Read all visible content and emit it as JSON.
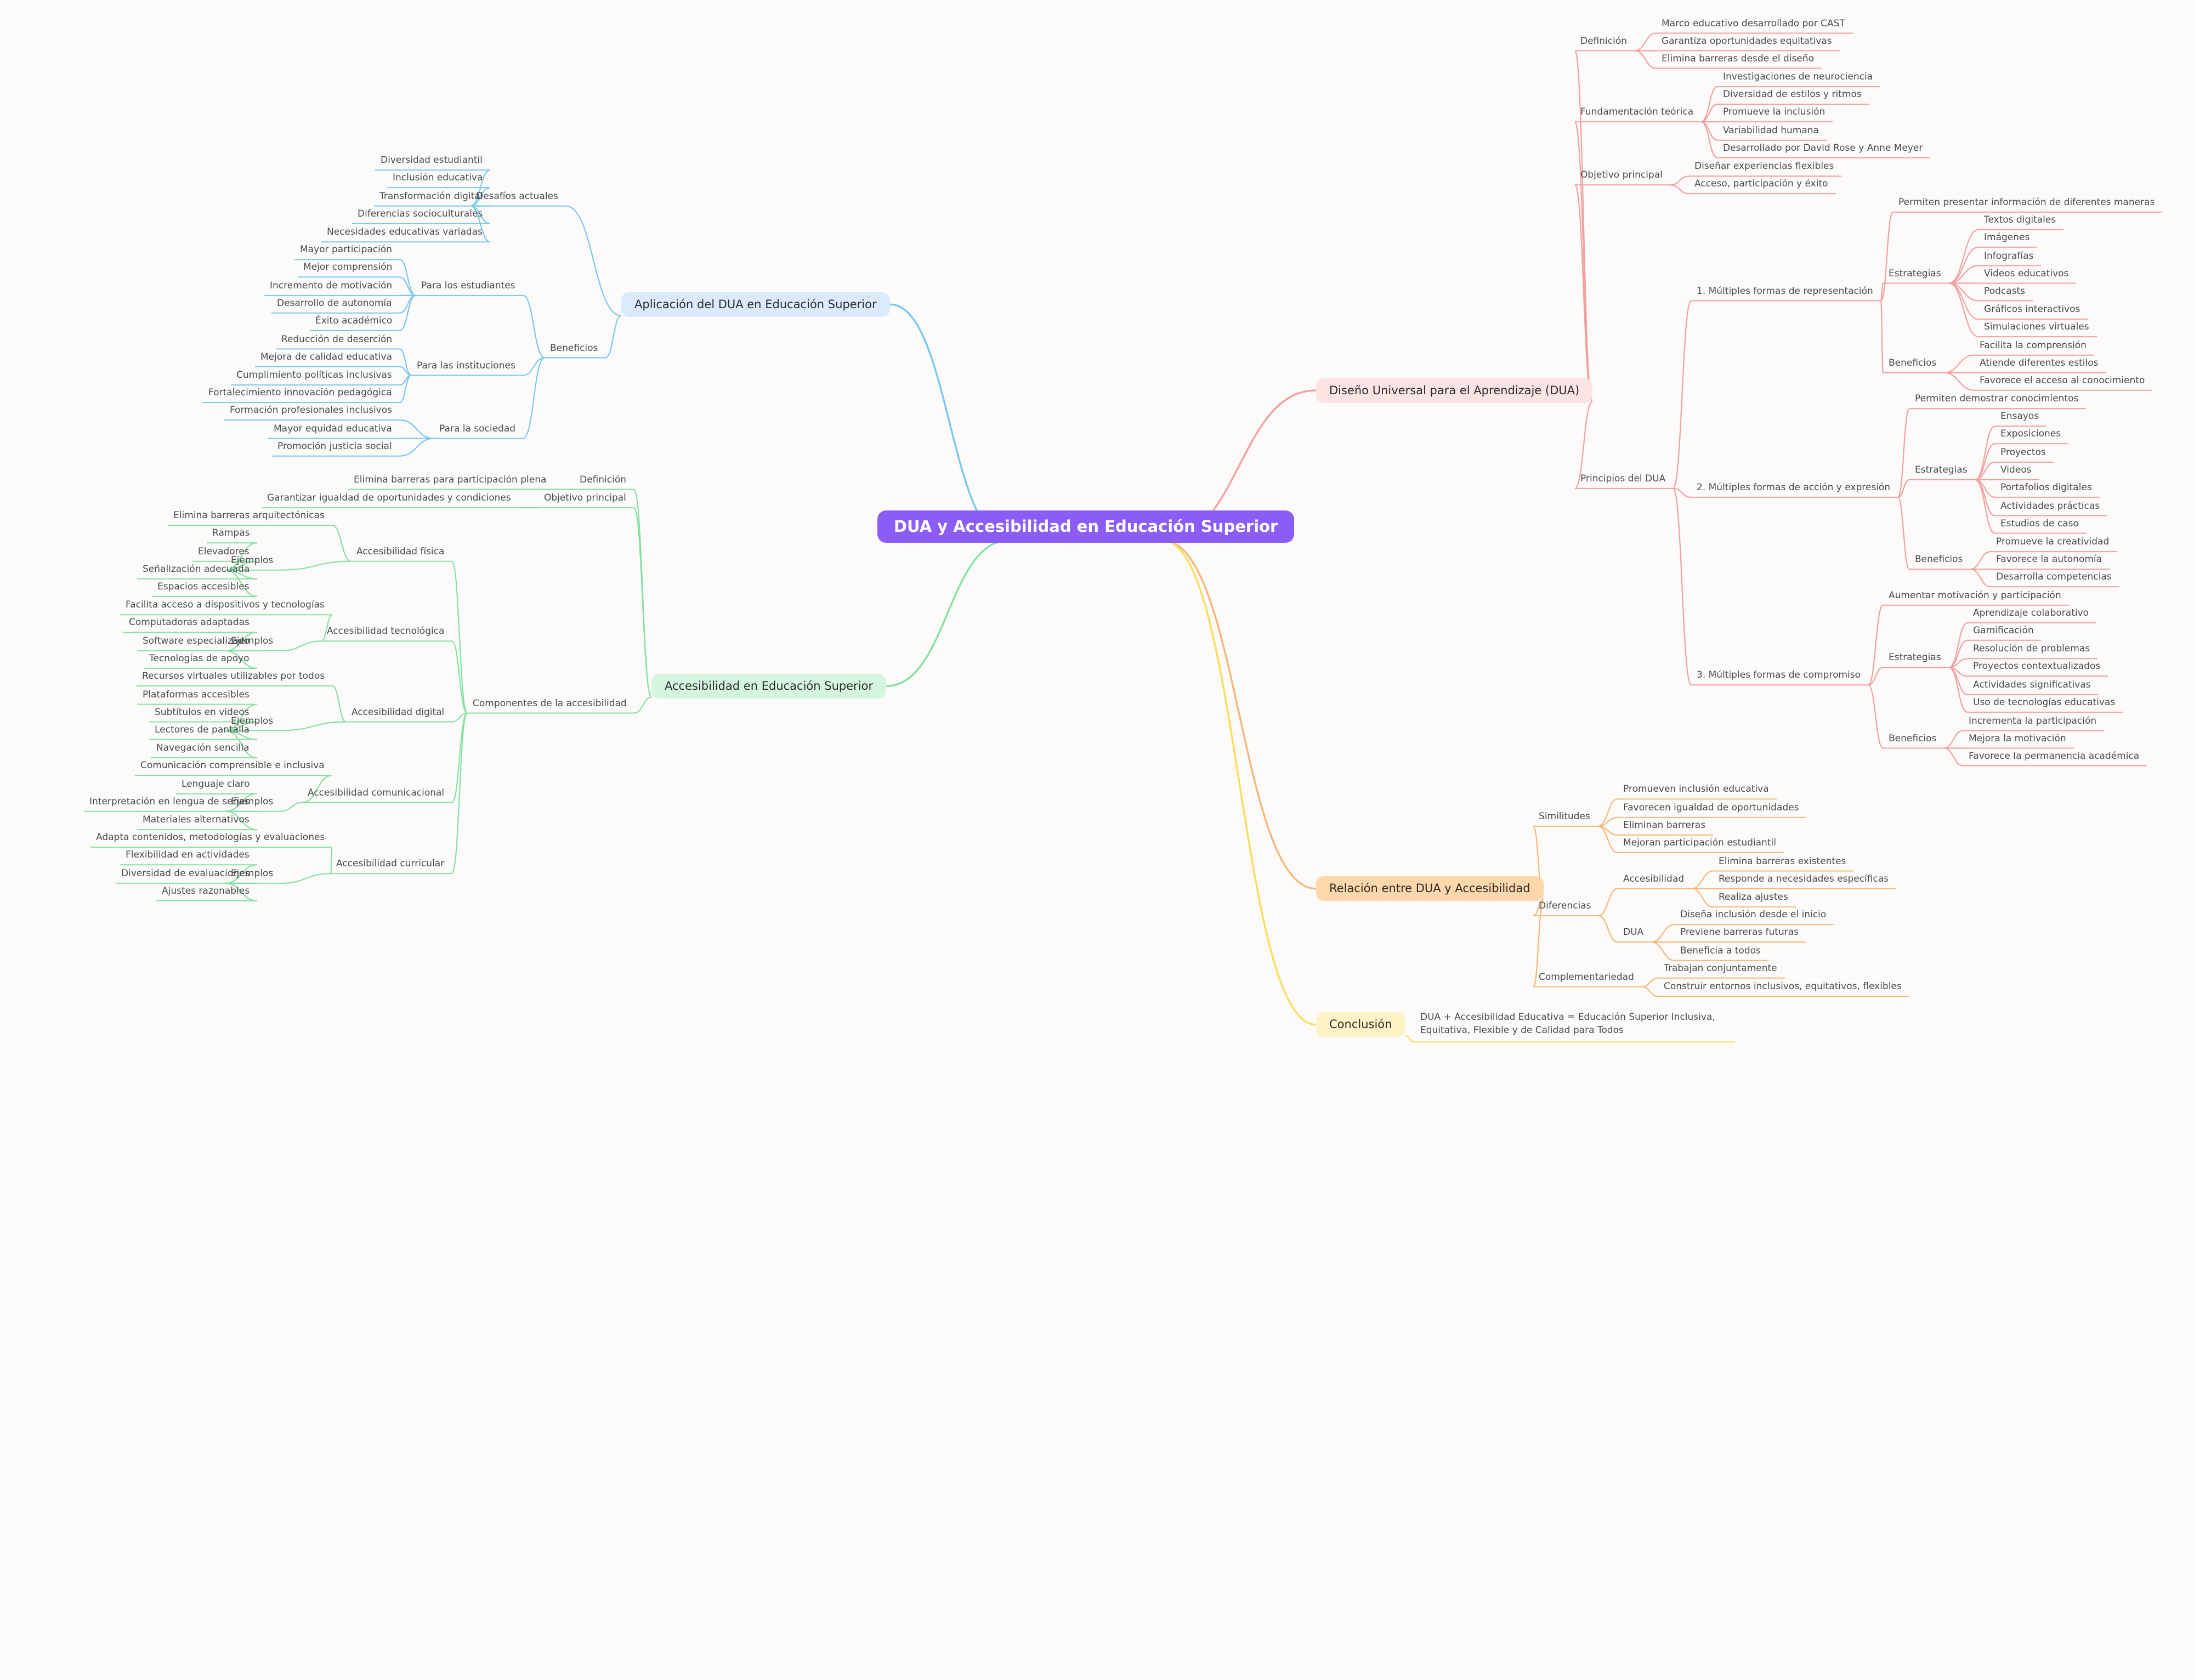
{
  "colors": {
    "background": "#fcfbfa",
    "root": "#8b5cf6",
    "branch_dua": "#f2a0a0",
    "branch_dua_fill": "#fde4e4",
    "branch_aplicacion": "#7cc8ee",
    "branch_aplicacion_fill": "#dbeafe",
    "branch_accesibilidad": "#86e0a4",
    "branch_accesibilidad_fill": "#d4f6e0",
    "branch_relacion": "#f5b77a",
    "branch_relacion_fill": "#fed7aa",
    "branch_conclusion": "#f8de5c",
    "branch_conclusion_fill": "#fef3c7"
  },
  "root": {
    "label": "DUA y Accesibilidad en Educación Superior"
  },
  "branches": [
    {
      "id": "dua",
      "label": "Diseño Universal para el Aprendizaje (DUA)",
      "side": "right",
      "color": "#f2a0a0",
      "fill": "#fde4e4",
      "children": [
        {
          "label": "Definición",
          "children": [
            {
              "label": "Marco educativo desarrollado por CAST"
            },
            {
              "label": "Garantiza oportunidades equitativas"
            },
            {
              "label": "Elimina barreras desde el diseño"
            }
          ]
        },
        {
          "label": "Fundamentación teórica",
          "children": [
            {
              "label": "Investigaciones de neurociencia"
            },
            {
              "label": "Diversidad de estilos y ritmos"
            },
            {
              "label": "Promueve la inclusión"
            },
            {
              "label": "Variabilidad humana"
            },
            {
              "label": "Desarrollado por David Rose y Anne Meyer"
            }
          ]
        },
        {
          "label": "Objetivo principal",
          "children": [
            {
              "label": "Diseñar experiencias flexibles"
            },
            {
              "label": "Acceso, participación y éxito"
            }
          ]
        },
        {
          "label": "Principios del DUA",
          "children": [
            {
              "label": "1. Múltiples formas de representación",
              "children": [
                {
                  "label": "Permiten presentar información de diferentes maneras"
                },
                {
                  "label": "Estrategias",
                  "children": [
                    {
                      "label": "Textos digitales"
                    },
                    {
                      "label": "Imágenes"
                    },
                    {
                      "label": "Infografías"
                    },
                    {
                      "label": "Videos educativos"
                    },
                    {
                      "label": "Podcasts"
                    },
                    {
                      "label": "Gráficos interactivos"
                    },
                    {
                      "label": "Simulaciones virtuales"
                    }
                  ]
                },
                {
                  "label": "Beneficios",
                  "children": [
                    {
                      "label": "Facilita la comprensión"
                    },
                    {
                      "label": "Atiende diferentes estilos"
                    },
                    {
                      "label": "Favorece el acceso al conocimiento"
                    }
                  ]
                }
              ]
            },
            {
              "label": "2. Múltiples formas de acción y expresión",
              "children": [
                {
                  "label": "Permiten demostrar conocimientos"
                },
                {
                  "label": "Estrategias",
                  "children": [
                    {
                      "label": "Ensayos"
                    },
                    {
                      "label": "Exposiciones"
                    },
                    {
                      "label": "Proyectos"
                    },
                    {
                      "label": "Videos"
                    },
                    {
                      "label": "Portafolios digitales"
                    },
                    {
                      "label": "Actividades prácticas"
                    },
                    {
                      "label": "Estudios de caso"
                    }
                  ]
                },
                {
                  "label": "Beneficios",
                  "children": [
                    {
                      "label": "Promueve la creatividad"
                    },
                    {
                      "label": "Favorece la autonomía"
                    },
                    {
                      "label": "Desarrolla competencias"
                    }
                  ]
                }
              ]
            },
            {
              "label": "3. Múltiples formas de compromiso",
              "children": [
                {
                  "label": "Aumentar motivación y participación"
                },
                {
                  "label": "Estrategias",
                  "children": [
                    {
                      "label": "Aprendizaje colaborativo"
                    },
                    {
                      "label": "Gamificación"
                    },
                    {
                      "label": "Resolución de problemas"
                    },
                    {
                      "label": "Proyectos contextualizados"
                    },
                    {
                      "label": "Actividades significativas"
                    },
                    {
                      "label": "Uso de tecnologías educativas"
                    }
                  ]
                },
                {
                  "label": "Beneficios",
                  "children": [
                    {
                      "label": "Incrementa la participación"
                    },
                    {
                      "label": "Mejora la motivación"
                    },
                    {
                      "label": "Favorece la permanencia académica"
                    }
                  ]
                }
              ]
            }
          ]
        }
      ]
    },
    {
      "id": "aplicacion",
      "label": "Aplicación del DUA en Educación Superior",
      "side": "left",
      "color": "#7cc8ee",
      "fill": "#dbeafe",
      "children": [
        {
          "label": "Desafíos actuales",
          "children": [
            {
              "label": "Diversidad estudiantil"
            },
            {
              "label": "Inclusión educativa"
            },
            {
              "label": "Transformación digital"
            },
            {
              "label": "Diferencias socioculturales"
            },
            {
              "label": "Necesidades educativas variadas"
            }
          ]
        },
        {
          "label": "Beneficios",
          "children": [
            {
              "label": "Para los estudiantes",
              "children": [
                {
                  "label": "Mayor participación"
                },
                {
                  "label": "Mejor comprensión"
                },
                {
                  "label": "Incremento de motivación"
                },
                {
                  "label": "Desarrollo de autonomía"
                },
                {
                  "label": "Éxito académico"
                }
              ]
            },
            {
              "label": "Para las instituciones",
              "children": [
                {
                  "label": "Reducción de deserción"
                },
                {
                  "label": "Mejora de calidad educativa"
                },
                {
                  "label": "Cumplimiento políticas inclusivas"
                },
                {
                  "label": "Fortalecimiento innovación pedagógica"
                }
              ]
            },
            {
              "label": "Para la sociedad",
              "children": [
                {
                  "label": "Formación profesionales inclusivos"
                },
                {
                  "label": "Mayor equidad educativa"
                },
                {
                  "label": "Promoción justicia social"
                }
              ]
            }
          ]
        }
      ]
    },
    {
      "id": "accesibilidad",
      "label": "Accesibilidad en Educación Superior",
      "side": "left",
      "color": "#86e0a4",
      "fill": "#d4f6e0",
      "children": [
        {
          "label": "Definición",
          "children": [
            {
              "label": "Elimina barreras para participación plena"
            }
          ]
        },
        {
          "label": "Objetivo principal",
          "children": [
            {
              "label": "Garantizar igualdad de oportunidades y condiciones"
            }
          ]
        },
        {
          "label": "Componentes de la accesibilidad",
          "children": [
            {
              "label": "Accesibilidad física",
              "children": [
                {
                  "label": "Elimina barreras arquitectónicas"
                },
                {
                  "label": "Ejemplos",
                  "children": [
                    {
                      "label": "Rampas"
                    },
                    {
                      "label": "Elevadores"
                    },
                    {
                      "label": "Señalización adecuada"
                    },
                    {
                      "label": "Espacios accesibles"
                    }
                  ]
                }
              ]
            },
            {
              "label": "Accesibilidad tecnológica",
              "children": [
                {
                  "label": "Facilita acceso a dispositivos y tecnologías"
                },
                {
                  "label": "Ejemplos",
                  "children": [
                    {
                      "label": "Computadoras adaptadas"
                    },
                    {
                      "label": "Software especializado"
                    },
                    {
                      "label": "Tecnologías de apoyo"
                    }
                  ]
                }
              ]
            },
            {
              "label": "Accesibilidad digital",
              "children": [
                {
                  "label": "Recursos virtuales utilizables por todos"
                },
                {
                  "label": "Ejemplos",
                  "children": [
                    {
                      "label": "Plataformas accesibles"
                    },
                    {
                      "label": "Subtítulos en videos"
                    },
                    {
                      "label": "Lectores de pantalla"
                    },
                    {
                      "label": "Navegación sencilla"
                    }
                  ]
                }
              ]
            },
            {
              "label": "Accesibilidad comunicacional",
              "children": [
                {
                  "label": "Comunicación comprensible e inclusiva"
                },
                {
                  "label": "Ejemplos",
                  "children": [
                    {
                      "label": "Lenguaje claro"
                    },
                    {
                      "label": "Interpretación en lengua de señas"
                    },
                    {
                      "label": "Materiales alternativos"
                    }
                  ]
                }
              ]
            },
            {
              "label": "Accesibilidad curricular",
              "children": [
                {
                  "label": "Adapta contenidos, metodologías y evaluaciones"
                },
                {
                  "label": "Ejemplos",
                  "children": [
                    {
                      "label": "Flexibilidad en actividades"
                    },
                    {
                      "label": "Diversidad de evaluaciones"
                    },
                    {
                      "label": "Ajustes razonables"
                    }
                  ]
                }
              ]
            }
          ]
        }
      ]
    },
    {
      "id": "relacion",
      "label": "Relación entre DUA y Accesibilidad",
      "side": "right",
      "color": "#f5b77a",
      "fill": "#fed7aa",
      "children": [
        {
          "label": "Similitudes",
          "children": [
            {
              "label": "Promueven inclusión educativa"
            },
            {
              "label": "Favorecen igualdad de oportunidades"
            },
            {
              "label": "Eliminan barreras"
            },
            {
              "label": "Mejoran participación estudiantil"
            }
          ]
        },
        {
          "label": "Diferencias",
          "children": [
            {
              "label": "Accesibilidad",
              "children": [
                {
                  "label": "Elimina barreras existentes"
                },
                {
                  "label": "Responde a necesidades específicas"
                },
                {
                  "label": "Realiza ajustes"
                }
              ]
            },
            {
              "label": "DUA",
              "children": [
                {
                  "label": "Diseña inclusión desde el inicio"
                },
                {
                  "label": "Previene barreras futuras"
                },
                {
                  "label": "Beneficia a todos"
                }
              ]
            }
          ]
        },
        {
          "label": "Complementariedad",
          "children": [
            {
              "label": "Trabajan conjuntamente"
            },
            {
              "label": "Construir entornos inclusivos, equitativos, flexibles"
            }
          ]
        }
      ]
    },
    {
      "id": "conclusion",
      "label": "Conclusión",
      "side": "right",
      "color": "#f8de5c",
      "fill": "#fef3c7",
      "children": [
        {
          "label": "DUA + Accesibilidad Educativa = Educación Superior Inclusiva, Equitativa, Flexible y de Calidad para Todos",
          "multiline": true
        }
      ]
    }
  ]
}
